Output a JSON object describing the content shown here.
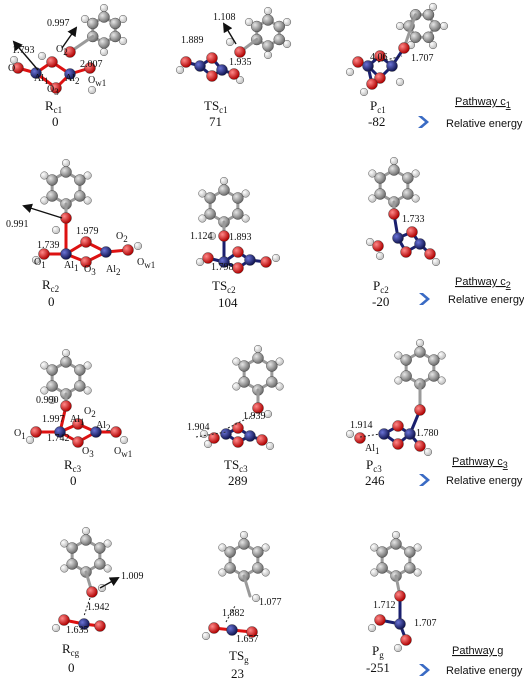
{
  "colors": {
    "carbon": "#8a8a8a",
    "hydrogen": "#ececec",
    "oxygen": "#d41414",
    "aluminum": "#1c2272",
    "arrow": "#3a6bc4"
  },
  "panels": [
    {
      "id": "rc1",
      "name": "R",
      "sub": "c1",
      "energy": "0",
      "labels": [
        "0.997",
        "1.793",
        "O",
        "2",
        "2.007",
        "O",
        "O",
        "w1",
        "Al",
        "1",
        "Al",
        "2",
        "O",
        "3"
      ]
    },
    {
      "id": "tsc1",
      "name": "TS",
      "sub": "c1",
      "energy": "71",
      "labels": [
        "1.108",
        "1.889",
        "1.935"
      ]
    },
    {
      "id": "pc1",
      "name": "P",
      "sub": "c1",
      "energy": "-82",
      "labels": [
        "4.06",
        "1.707"
      ]
    },
    {
      "id": "rc2",
      "name": "R",
      "sub": "c2",
      "energy": "0",
      "labels": [
        "0.991",
        "1.979",
        "1.739",
        "O",
        "2",
        "O",
        "1",
        "Al",
        "1",
        "O",
        "3",
        "Al",
        "2",
        "O",
        "w1"
      ]
    },
    {
      "id": "tsc2",
      "name": "TS",
      "sub": "c2",
      "energy": "104",
      "labels": [
        "1.124",
        "1.893",
        "1.798"
      ]
    },
    {
      "id": "pc2",
      "name": "P",
      "sub": "c2",
      "energy": "-20",
      "labels": [
        "1.733"
      ]
    },
    {
      "id": "rc3",
      "name": "R",
      "sub": "c3",
      "energy": "0",
      "labels": [
        "0.990",
        "1.997",
        "Al",
        "1",
        "O",
        "2",
        "Al",
        "2",
        "O",
        "1",
        "1.742",
        "O",
        "3",
        "O",
        "w1"
      ]
    },
    {
      "id": "tsc3",
      "name": "TS",
      "sub": "c3",
      "energy": "289",
      "labels": [
        "1.939",
        "1.904"
      ]
    },
    {
      "id": "pc3",
      "name": "P",
      "sub": "c3",
      "energy": "246",
      "labels": [
        "1.914",
        "Al",
        "1",
        "1.780"
      ]
    },
    {
      "id": "rcg",
      "name": "R",
      "sub": "cg",
      "energy": "0",
      "labels": [
        "1.009",
        "1.942",
        "1.635"
      ]
    },
    {
      "id": "tsg",
      "name": "TS",
      "sub": "g",
      "energy": "23",
      "labels": [
        "1.882",
        "1.077",
        "1.657"
      ]
    },
    {
      "id": "pg",
      "name": "P",
      "sub": "g",
      "energy": "-251",
      "labels": [
        "1.712",
        "1.707"
      ]
    }
  ],
  "legends": [
    {
      "pathway": "Pathway c",
      "sub": "1",
      "relative": "Relative energy"
    },
    {
      "pathway": "Pathway c",
      "sub": "2",
      "relative": "Relative energy"
    },
    {
      "pathway": "Pathway c",
      "sub": "3",
      "relative": "Relative energy"
    },
    {
      "pathway": "Pathway g",
      "sub": "",
      "relative": "Relative energy"
    }
  ]
}
